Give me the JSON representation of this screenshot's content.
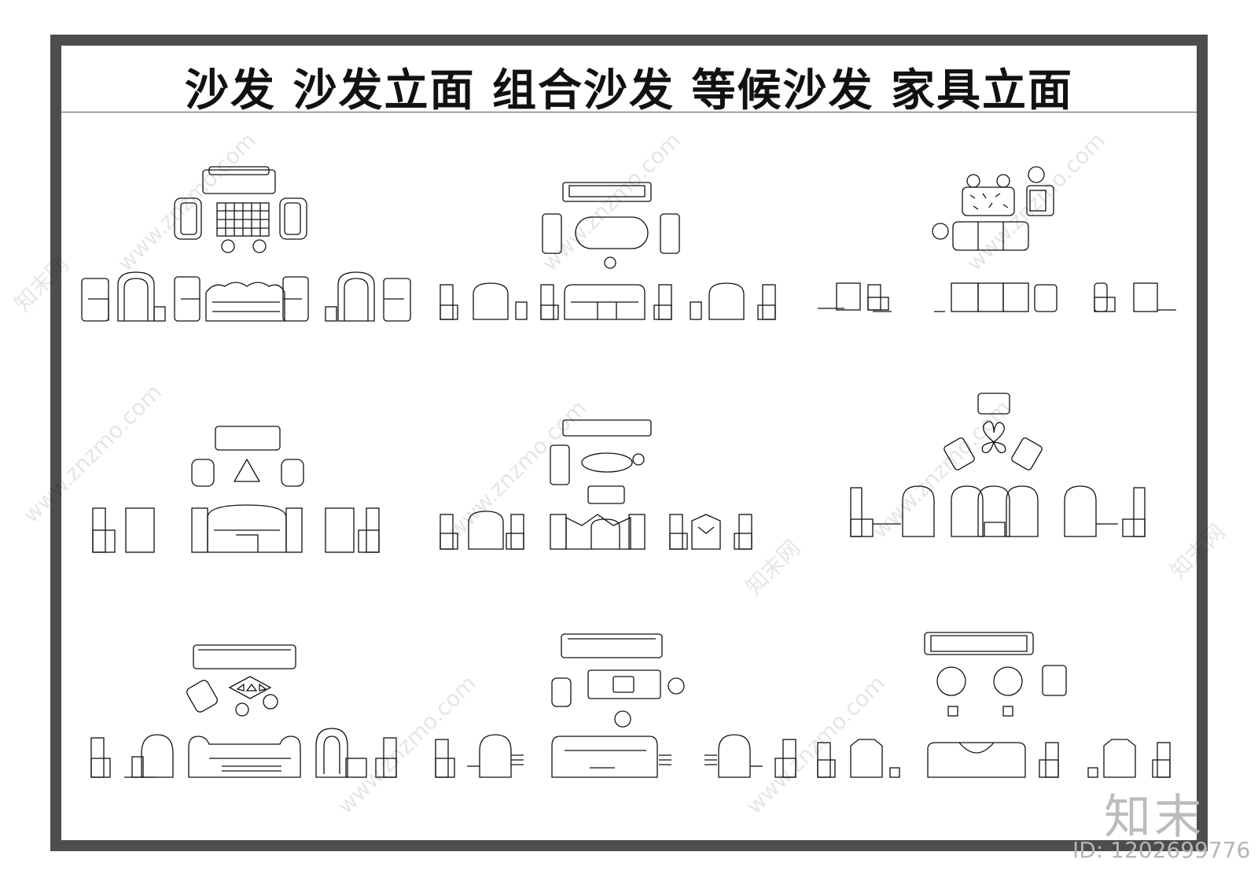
{
  "header": {
    "title": "沙发  沙发立面  组合沙发  等候沙发  家具立面"
  },
  "watermark": {
    "site": "www.znzmo.com",
    "brand": "知末网"
  },
  "logo": {
    "text": "知末"
  },
  "image_id": {
    "text": "ID: 1202699776"
  },
  "colors": {
    "frame": "#4d4d4d",
    "line": "#111111",
    "background": "#ffffff"
  }
}
